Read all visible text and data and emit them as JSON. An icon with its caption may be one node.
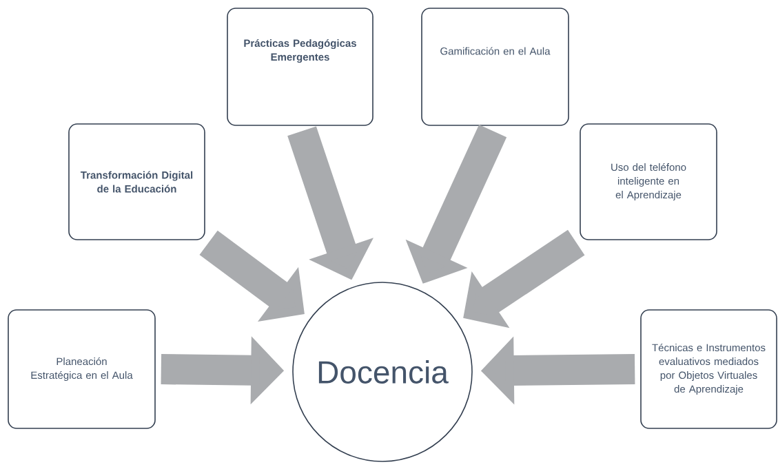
{
  "diagram": {
    "nodes": [
      {
        "text": [
          "Prácticas Pedagógicas Emergentes"
        ]
      },
      {
        "text": [
          "Gamificación en el Aula"
        ]
      },
      {
        "text": [
          "Transformación Digital de la Educación"
        ]
      },
      {
        "text": [
          "Uso del teléfono inteligente en el Aprendizaje"
        ]
      },
      {
        "text": [
          "Planeación Estratégica en el Aula"
        ]
      },
      {
        "text": [
          "Docencia"
        ]
      },
      {
        "text": [
          "Técnicas e Instrumentos evaluativos mediados por Objetos Virtuales de Aprendizaje"
        ]
      }
    ],
    "edges": [
      {
        "from": 4,
        "to": 5,
        "arrow": "to"
      },
      {
        "from": 2,
        "to": 5,
        "arrow": "to"
      },
      {
        "from": 0,
        "to": 5,
        "arrow": "to"
      },
      {
        "from": 1,
        "to": 5,
        "arrow": "to"
      },
      {
        "from": 3,
        "to": 5,
        "arrow": "to"
      },
      {
        "from": 6,
        "to": 5,
        "arrow": "to"
      }
    ]
  }
}
